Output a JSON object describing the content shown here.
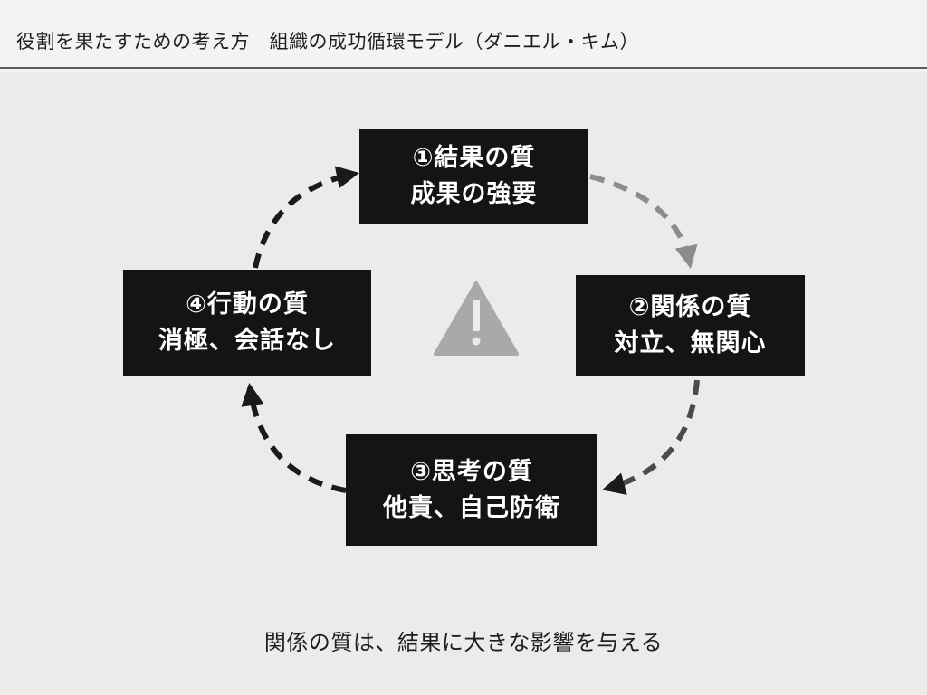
{
  "header": {
    "title": "役割を果たすための考え方　組織の成功循環モデル（ダニエル・キム）"
  },
  "cycle": {
    "boxes": [
      {
        "title": "①結果の質",
        "subtitle": "成果の強要"
      },
      {
        "title": "②関係の質",
        "subtitle": "対立、無関心"
      },
      {
        "title": "③思考の質",
        "subtitle": "他責、自己防衛"
      },
      {
        "title": "④行動の質",
        "subtitle": "消極、会話なし"
      }
    ],
    "center_icon": "warning-triangle-icon"
  },
  "caption": "関係の質は、結果に大きな影響を与える",
  "colors": {
    "background": "#ecebe9",
    "box": "#141414",
    "box_text": "#ffffff",
    "arrow_dark": "#1a1a1a",
    "arrow_faded": "#8c8c8c",
    "warning_icon": "#a9a9a9"
  }
}
